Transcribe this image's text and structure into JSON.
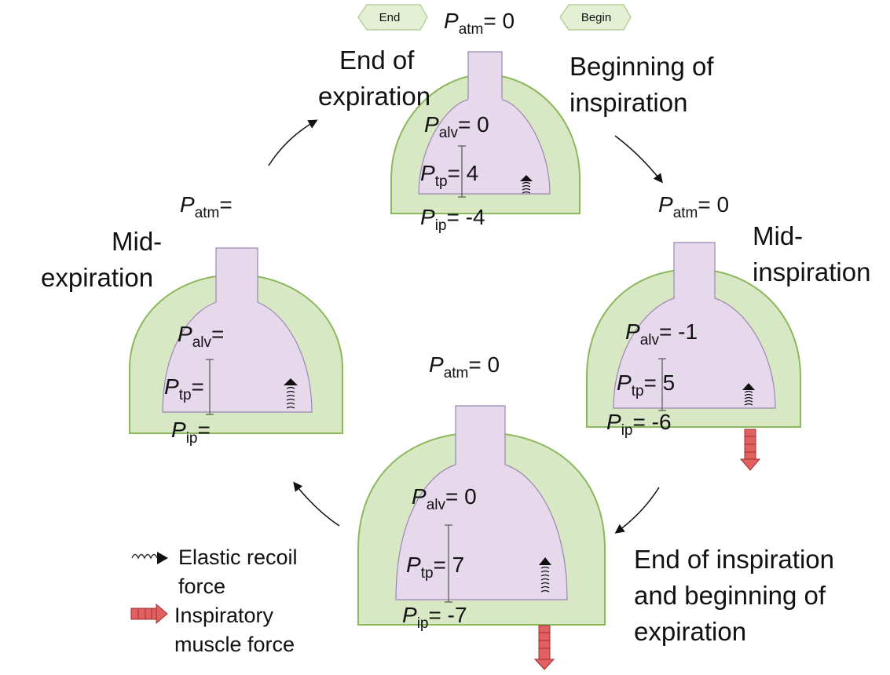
{
  "colors": {
    "pleura_fill": "#d9e8c4",
    "pleura_stroke": "#8cb85c",
    "lung_fill": "#e6d9ec",
    "lung_stroke": "#9b86b3",
    "button_fill": "#e4f0d4",
    "button_stroke": "#a9c98a",
    "muscle_arrow": "#e36060",
    "muscle_arrow_stroke": "#9c2f2f"
  },
  "buttons": {
    "end": "End",
    "begin": "Begin"
  },
  "stages": {
    "top": {
      "title_line1": "End of",
      "title_line2": "expiration",
      "p_atm": "= 0",
      "p_alv": "= 0",
      "p_tp": "= 4",
      "p_ip": "= -4"
    },
    "right": {
      "title_line1": "Beginning of",
      "title_line2": "inspiration",
      "title2_line1": "Mid-",
      "title2_line2": "inspiration",
      "p_atm": "= 0",
      "p_alv": "= -1",
      "p_tp": "= 5",
      "p_ip": "= -6"
    },
    "bottom": {
      "title_line1": "End of inspiration",
      "title_line2": "and beginning of",
      "title_line3": "expiration",
      "p_atm": "= 0",
      "p_alv": "= 0",
      "p_tp": "= 7",
      "p_ip": "= -7"
    },
    "left": {
      "title_line1": "Mid-",
      "title_line2": "expiration",
      "p_atm": "=",
      "p_alv": "=",
      "p_tp": "=",
      "p_ip": "="
    }
  },
  "pressure_labels": {
    "P": "P",
    "atm": "atm",
    "alv": "alv",
    "tp": "tp",
    "ip": "ip"
  },
  "legend": {
    "elastic_line1": "Elastic recoil",
    "elastic_line2": "force",
    "muscle_line1": "Inspiratory",
    "muscle_line2": "muscle force"
  },
  "icons": [
    "spring-icon",
    "red-arrow-icon",
    "cycle-arrow-icon"
  ]
}
